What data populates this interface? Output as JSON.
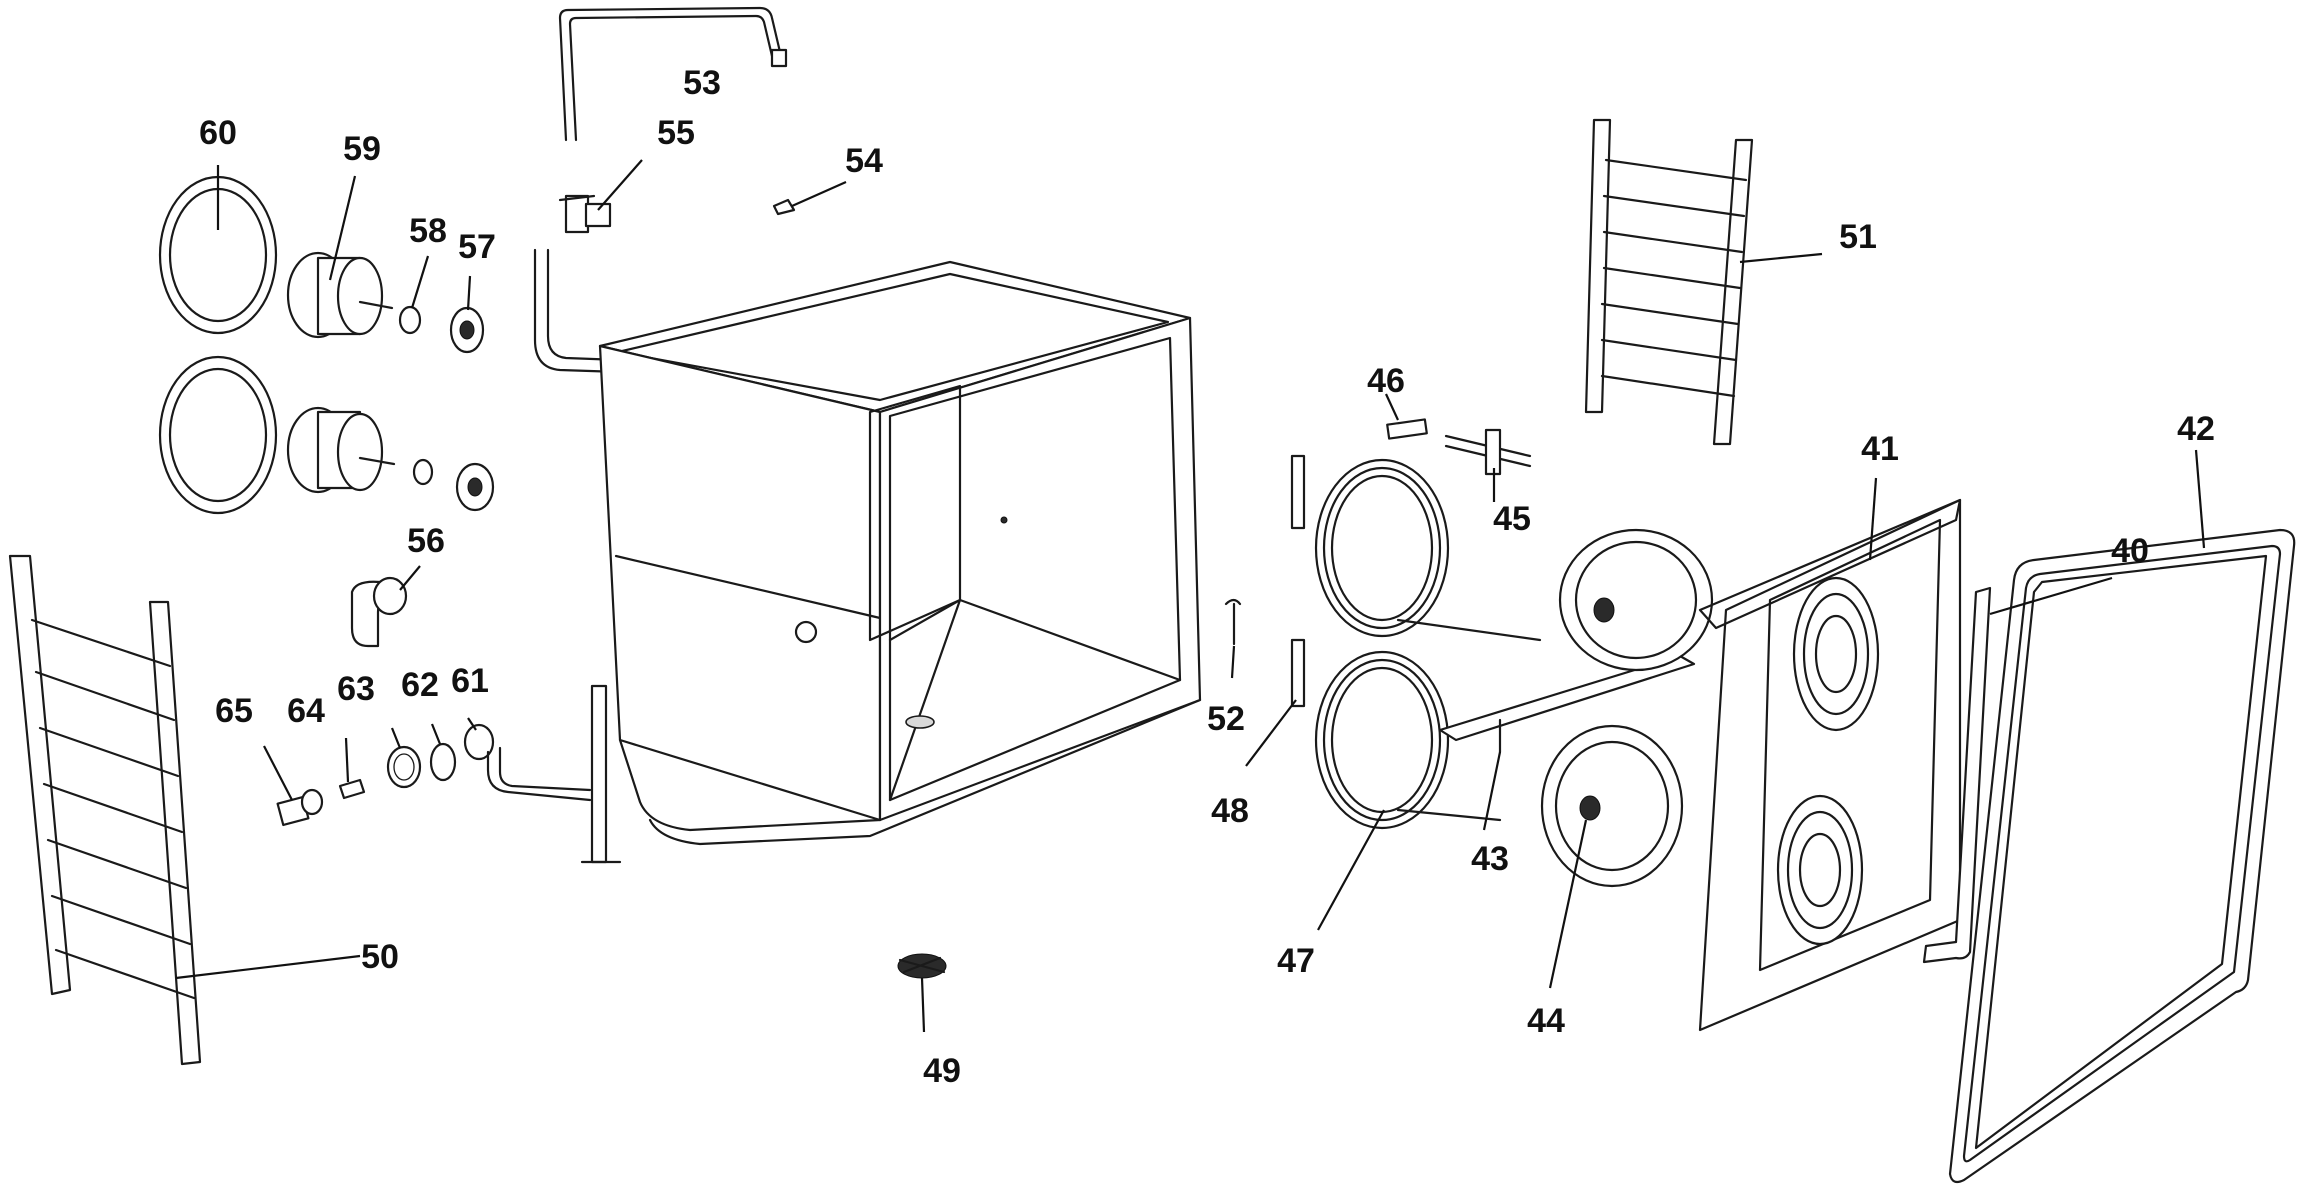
{
  "callouts": [
    {
      "id": "p40",
      "label": "40"
    },
    {
      "id": "p41",
      "label": "41"
    },
    {
      "id": "p42",
      "label": "42"
    },
    {
      "id": "p43",
      "label": "43"
    },
    {
      "id": "p44",
      "label": "44"
    },
    {
      "id": "p45",
      "label": "45"
    },
    {
      "id": "p46",
      "label": "46"
    },
    {
      "id": "p47",
      "label": "47"
    },
    {
      "id": "p48",
      "label": "48"
    },
    {
      "id": "p49",
      "label": "49"
    },
    {
      "id": "p50",
      "label": "50"
    },
    {
      "id": "p51",
      "label": "51"
    },
    {
      "id": "p52",
      "label": "52"
    },
    {
      "id": "p53",
      "label": "53"
    },
    {
      "id": "p54",
      "label": "54"
    },
    {
      "id": "p55",
      "label": "55"
    },
    {
      "id": "p56",
      "label": "56"
    },
    {
      "id": "p57",
      "label": "57"
    },
    {
      "id": "p58",
      "label": "58"
    },
    {
      "id": "p59",
      "label": "59"
    },
    {
      "id": "p60",
      "label": "60"
    },
    {
      "id": "p61",
      "label": "61"
    },
    {
      "id": "p62",
      "label": "62"
    },
    {
      "id": "p63",
      "label": "63"
    },
    {
      "id": "p64",
      "label": "64"
    },
    {
      "id": "p65",
      "label": "65"
    }
  ]
}
